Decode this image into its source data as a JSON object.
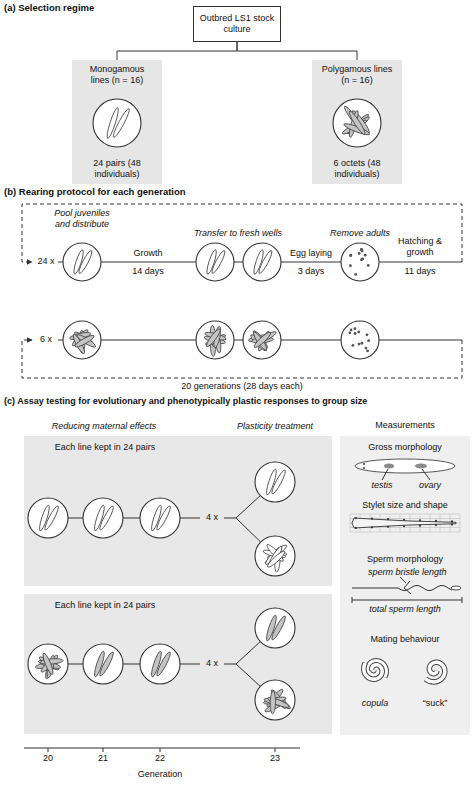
{
  "diagram": {
    "nodes": [
      {
        "text": [
          "Outbred LS1 stock culture"
        ]
      },
      {
        "text": [
          "Monogamous lines (n = 16)",
          "24 pairs (48 individuals)"
        ]
      },
      {
        "text": [
          "Polygamous lines (n = 16)",
          "6 octets (48 individuals)"
        ]
      },
      {
        "text": [
          "Each line kept in 24 pairs"
        ]
      },
      {
        "text": [
          "Each line kept in 24 pairs"
        ]
      },
      {
        "text": [
          "Measurements",
          "Gross morphology",
          "testis",
          "ovary",
          "Stylet size and shape",
          "Sperm morphology",
          "sperm bristle length",
          "total sperm length",
          "Mating behaviour",
          "copula",
          "“suck”"
        ]
      }
    ],
    "edges": [
      {
        "from": 0,
        "to": 1,
        "arrow": "none"
      },
      {
        "from": 0,
        "to": 2,
        "arrow": "none"
      }
    ],
    "labels": [
      "(a) Selection regime",
      "(b) Rearing protocol for each generation",
      "Pool juveniles and distribute",
      "Transfer to fresh wells",
      "Remove adults",
      "24 x",
      "Growth",
      "14 days",
      "Egg laying",
      "3 days",
      "Hatching & growth",
      "11 days",
      "6 x",
      "20 generations (28 days each)",
      "(c) Assay testing for evolutionary and phenotypically plastic responses to group size",
      "Reducing maternal effects",
      "Plasticity treatment",
      "4 x",
      "4 x",
      "20",
      "21",
      "22",
      "23",
      "Generation"
    ]
  }
}
